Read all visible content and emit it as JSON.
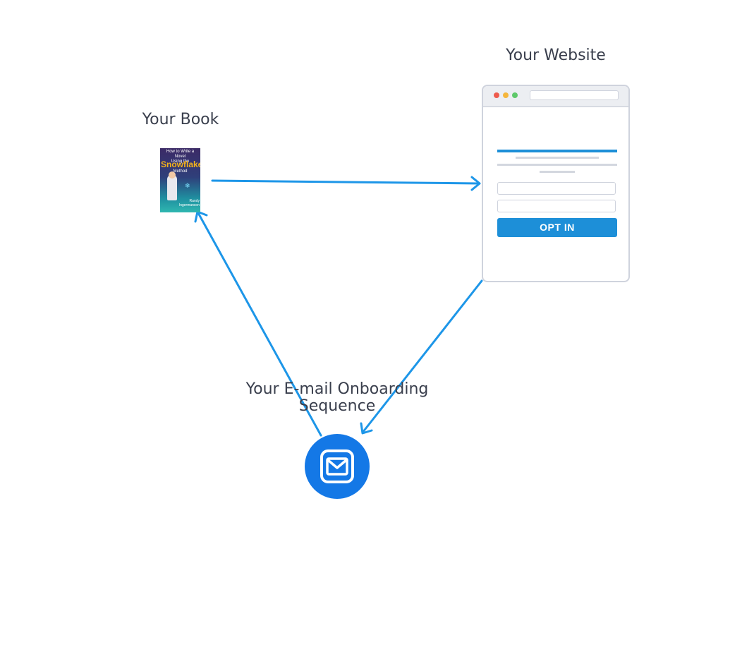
{
  "nodes": {
    "website": {
      "label": "Your Website",
      "cta_label": "OPT IN"
    },
    "book": {
      "label": "Your Book"
    },
    "email": {
      "label": "Your E-mail Onboarding Sequence"
    }
  },
  "book_cover": {
    "title_line1": "How to Write a Novel",
    "title_line2": "Using the",
    "title_main": "Snowflake",
    "title_sub": "Method",
    "author": "Randy Ingermanson"
  },
  "edges": [
    {
      "from": "book",
      "to": "website"
    },
    {
      "from": "website",
      "to": "email"
    },
    {
      "from": "email",
      "to": "book"
    }
  ],
  "colors": {
    "arrow": "#1d96e8",
    "accent": "#1d8fd8",
    "email_circle": "#1478e6",
    "text": "#3a3f4d"
  },
  "icons": {
    "email": "envelope-icon"
  }
}
